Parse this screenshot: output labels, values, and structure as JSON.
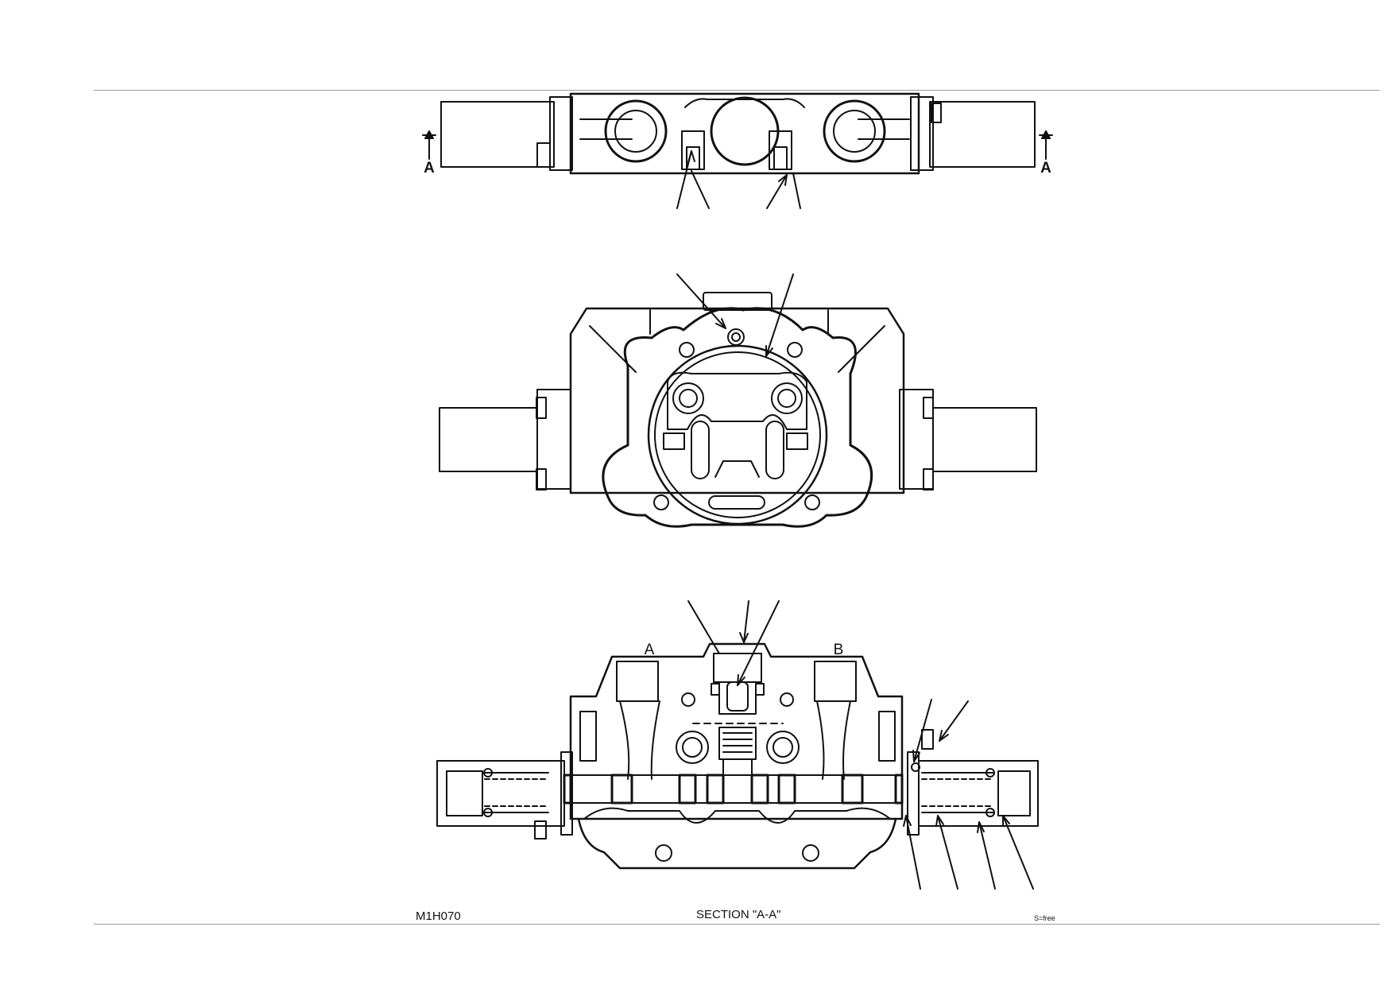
{
  "diagram": {
    "section_marker_left": "A",
    "section_marker_right": "A",
    "port_label_a": "A",
    "port_label_b": "B"
  },
  "footer": {
    "drawing_id": "M1H070",
    "section_title": "SECTION \"A-A\"",
    "scale_note": "S=free"
  },
  "colors": {
    "line": "#111111",
    "rule": "#9a9a9a",
    "background": "#ffffff"
  }
}
